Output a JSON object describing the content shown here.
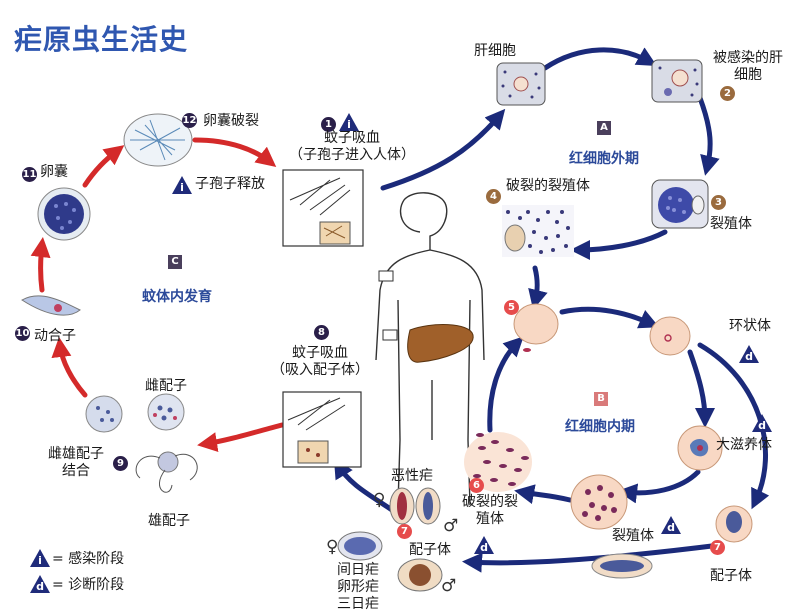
{
  "title": "疟原虫生活史",
  "stages": {
    "liver_cell": "肝细胞",
    "infected_liver_cell_line1": "被感染的肝",
    "infected_liver_cell_line2": "细胞",
    "schizont_liver": "裂殖体",
    "ruptured_schizont_liver": "破裂的裂殖体",
    "ring": "环状体",
    "trophozoite": "大滋养体",
    "schizont_blood": "裂殖体",
    "ruptured_schizont_blood_line1": "破裂的裂",
    "ruptured_schizont_blood_line2": "殖体",
    "gametocyte_right": "配子体",
    "gametocyte_left": "配子体",
    "falciparum": "恶性疟",
    "vivax": "间日疟",
    "ovale": "卵形疟",
    "malariae": "三日疟",
    "bite1_line1": "蚊子吸血",
    "bite1_line2": "（子孢子进入人体）",
    "bite2_line1": "蚊子吸血",
    "bite2_line2": "（吸入配子体）",
    "sporozoite_release": "子孢子释放",
    "oocyst_rupture": "卵囊破裂",
    "oocyst": "卵囊",
    "ookinete": "动合子",
    "female_gamete": "雌配子",
    "male_gamete": "雄配子",
    "fertilization_line1": "雌雄配子",
    "fertilization_line2": "结合"
  },
  "phases": {
    "A": {
      "letter": "A",
      "label": "红细胞外期"
    },
    "B": {
      "letter": "B",
      "label": "红细胞内期"
    },
    "C": {
      "letter": "C",
      "label": "蚊体内发育"
    }
  },
  "step_numbers": [
    "1",
    "2",
    "3",
    "4",
    "5",
    "6",
    "7",
    "7",
    "8",
    "9",
    "10",
    "11",
    "12"
  ],
  "legend": {
    "infective_symbol": "i",
    "infective_label": "= 感染阶段",
    "diagnostic_symbol": "d",
    "diagnostic_label": "= 诊断阶段"
  },
  "symbols": {
    "female": "♀",
    "male": "♂"
  },
  "colors": {
    "human_cycle_arrow": "#1b2a7a",
    "mosquito_cycle_arrow": "#d42a2a",
    "title": "#2f57b0",
    "liver": "#a0602a",
    "red_cell": "#f8d8c4"
  }
}
